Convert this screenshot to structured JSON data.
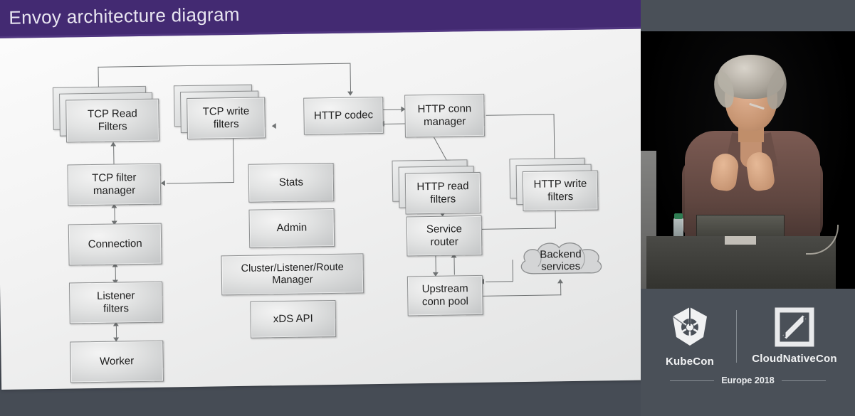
{
  "slide": {
    "title": "Envoy architecture diagram",
    "title_bar_color": "#432a72",
    "background_color": "#f2f2f2"
  },
  "diagram": {
    "nodes": [
      {
        "id": "tcp-read-filters",
        "label": "TCP Read\nFilters",
        "stacked": true
      },
      {
        "id": "tcp-write-filters",
        "label": "TCP write\nfilters",
        "stacked": true
      },
      {
        "id": "http-codec",
        "label": "HTTP codec",
        "stacked": false
      },
      {
        "id": "http-conn-manager",
        "label": "HTTP conn\nmanager",
        "stacked": false
      },
      {
        "id": "tcp-filter-manager",
        "label": "TCP filter\nmanager",
        "stacked": false
      },
      {
        "id": "connection",
        "label": "Connection",
        "stacked": false
      },
      {
        "id": "listener-filters",
        "label": "Listener\nfilters",
        "stacked": false
      },
      {
        "id": "worker",
        "label": "Worker",
        "stacked": false
      },
      {
        "id": "stats",
        "label": "Stats",
        "stacked": false
      },
      {
        "id": "admin",
        "label": "Admin",
        "stacked": false
      },
      {
        "id": "cluster-manager",
        "label": "Cluster/Listener/Route\nManager",
        "stacked": false
      },
      {
        "id": "xds-api",
        "label": "xDS API",
        "stacked": false
      },
      {
        "id": "http-read-filters",
        "label": "HTTP read\nfilters",
        "stacked": true
      },
      {
        "id": "http-write-filters",
        "label": "HTTP write\nfilters",
        "stacked": true
      },
      {
        "id": "service-router",
        "label": "Service\nrouter",
        "stacked": false
      },
      {
        "id": "upstream-conn-pool",
        "label": "Upstream\nconn pool",
        "stacked": false
      },
      {
        "id": "backend-services",
        "label": "Backend\nservices",
        "stacked": false,
        "shape": "cloud"
      }
    ],
    "labels": {
      "tcp_read_filters_l1": "TCP Read",
      "tcp_read_filters_l2": "Filters",
      "tcp_write_filters_l1": "TCP write",
      "tcp_write_filters_l2": "filters",
      "http_codec": "HTTP codec",
      "http_conn_manager_l1": "HTTP conn",
      "http_conn_manager_l2": "manager",
      "tcp_filter_manager_l1": "TCP filter",
      "tcp_filter_manager_l2": "manager",
      "connection": "Connection",
      "listener_filters_l1": "Listener",
      "listener_filters_l2": "filters",
      "worker": "Worker",
      "stats": "Stats",
      "admin": "Admin",
      "cluster_manager_l1": "Cluster/Listener/Route",
      "cluster_manager_l2": "Manager",
      "xds_api": "xDS API",
      "http_read_filters_l1": "HTTP read",
      "http_read_filters_l2": "filters",
      "http_write_filters_l1": "HTTP write",
      "http_write_filters_l2": "filters",
      "service_router_l1": "Service",
      "service_router_l2": "router",
      "upstream_conn_pool_l1": "Upstream",
      "upstream_conn_pool_l2": "conn pool",
      "backend_services_l1": "Backend",
      "backend_services_l2": "services"
    }
  },
  "video": {
    "scene": "speaker-at-podium",
    "panel_color": "#4a5058"
  },
  "branding": {
    "kubecon": "KubeCon",
    "cloudnativecon": "CloudNativeCon",
    "edition": "Europe 2018",
    "kubernetes_icon": "kubernetes-helm-icon",
    "cncf_icon": "cncf-square-icon"
  }
}
